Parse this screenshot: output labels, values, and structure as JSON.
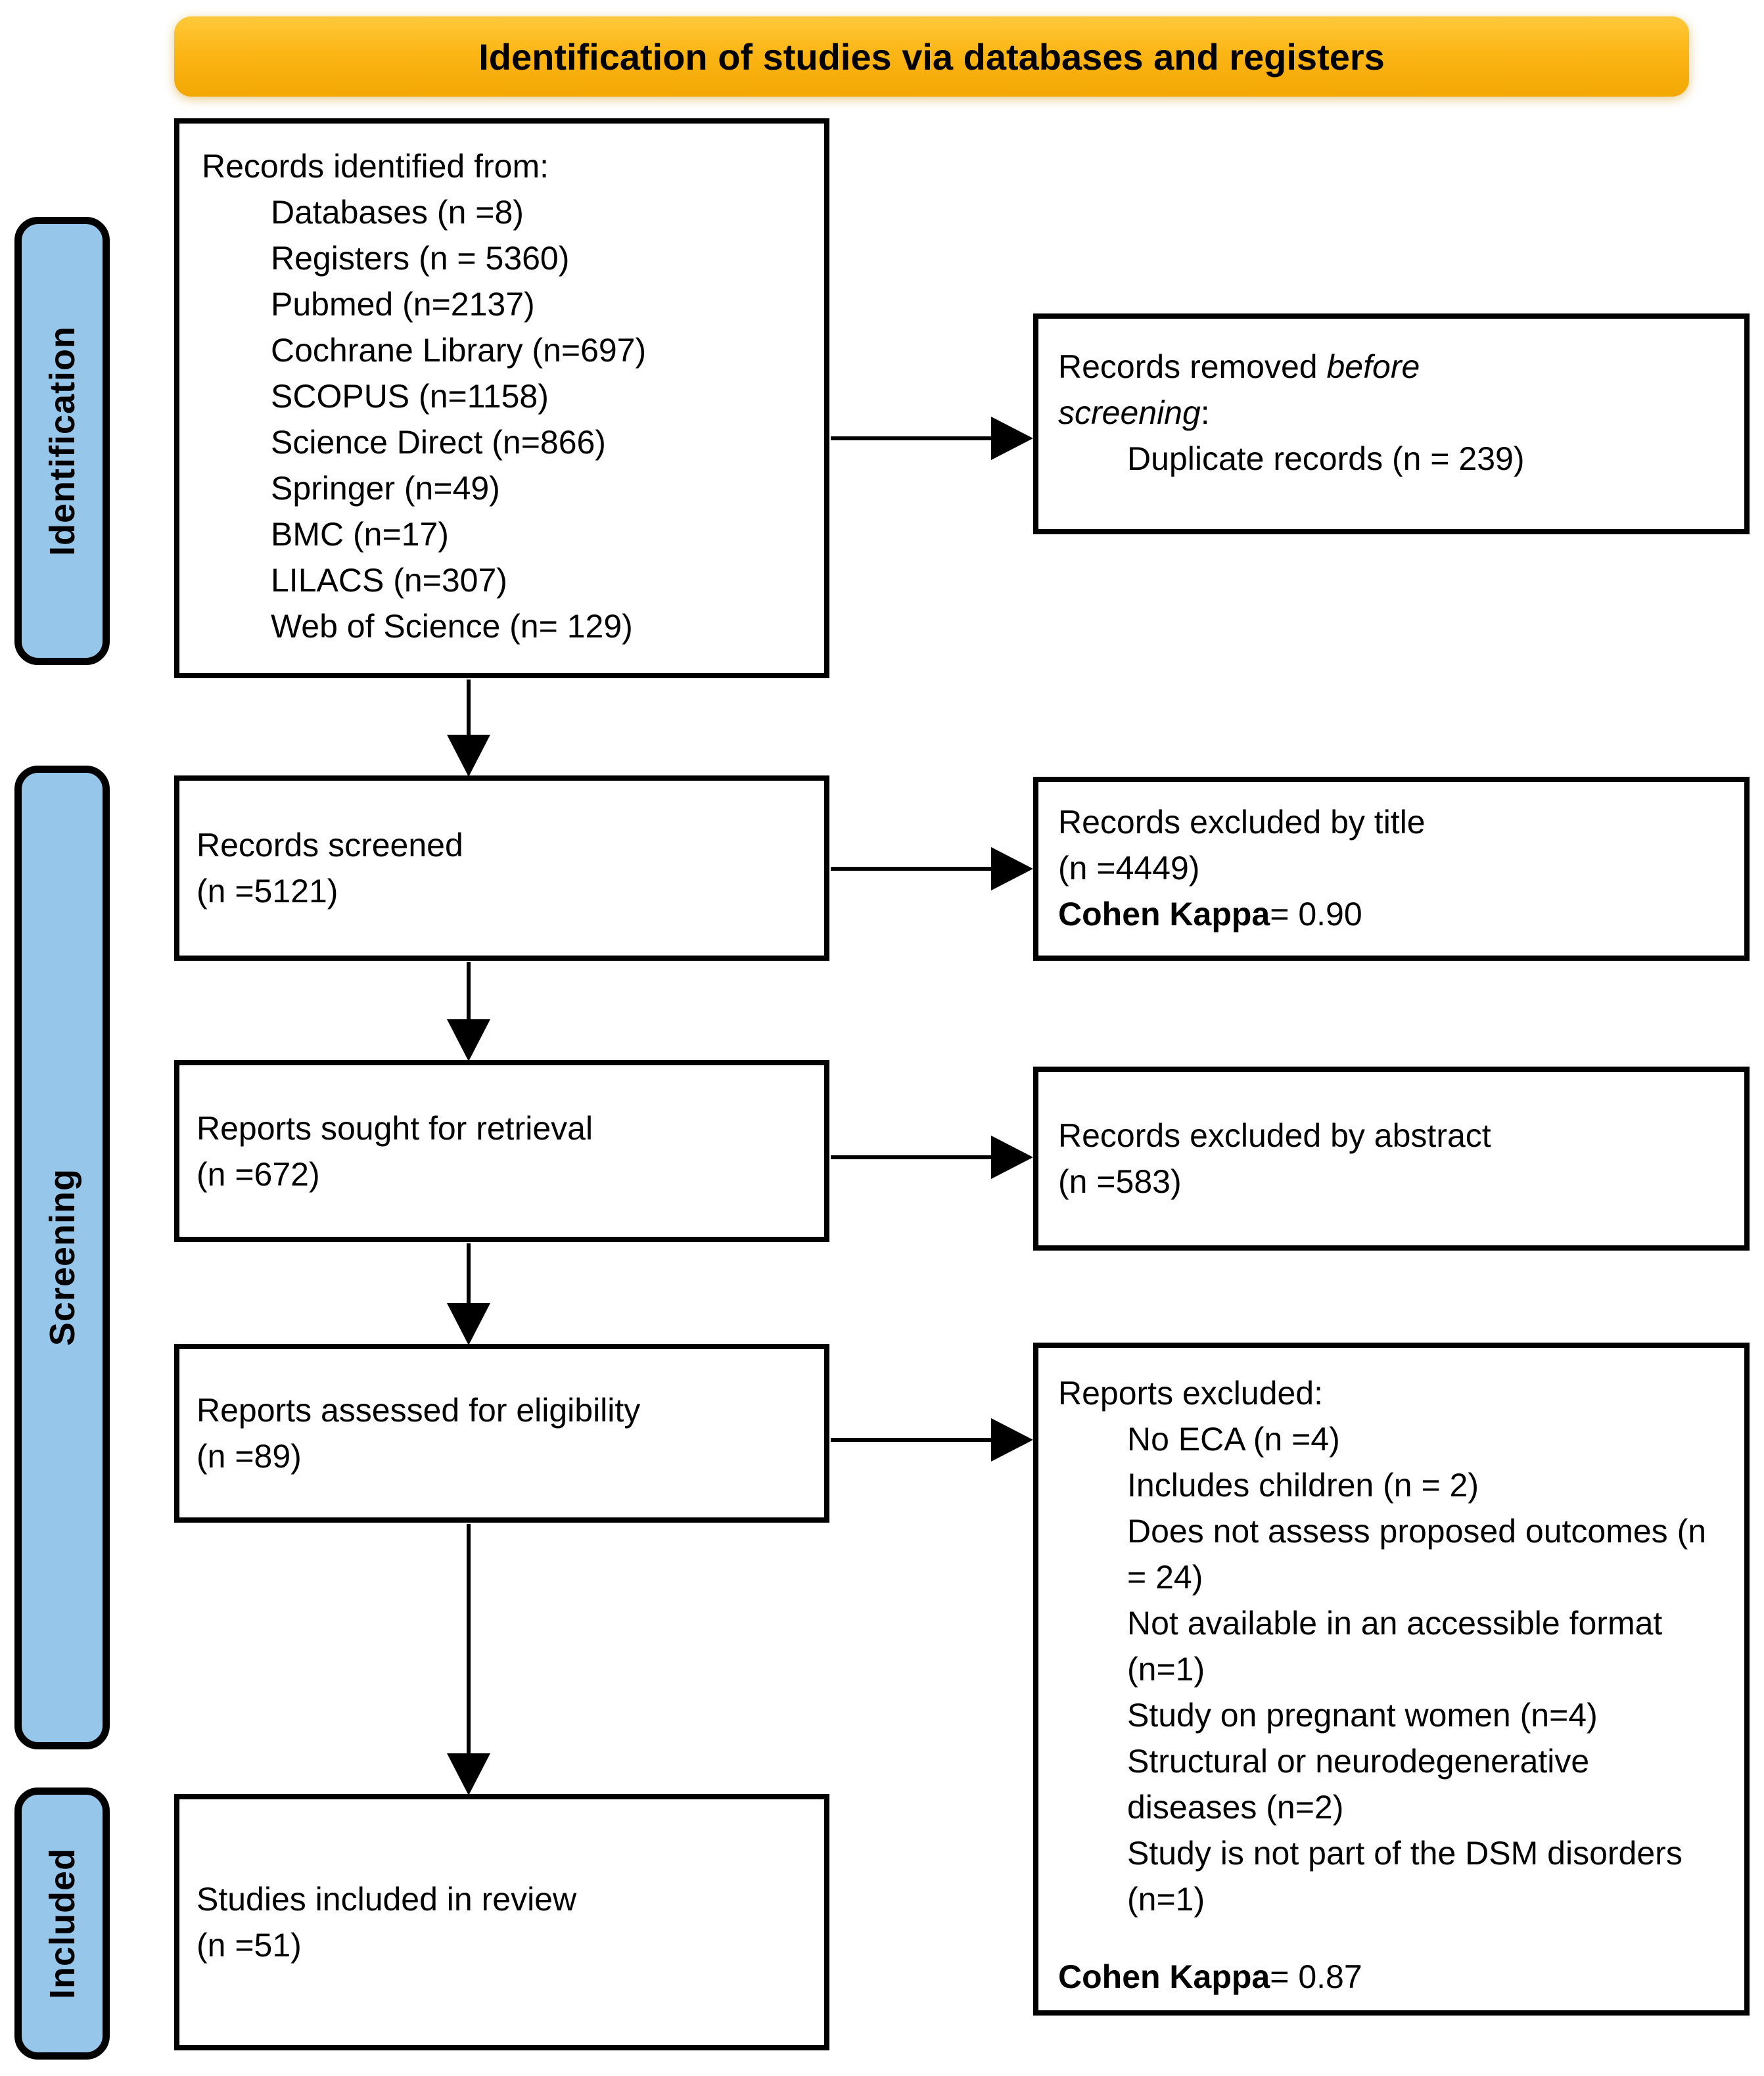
{
  "banner": {
    "label": "Identification of studies via databases and registers"
  },
  "colors": {
    "banner_orange": "#FBB615",
    "stage_blue": "#97C6EB",
    "line_black": "#000000"
  },
  "stages": [
    {
      "label": "Identification"
    },
    {
      "label": "Screening"
    },
    {
      "label": "Included"
    }
  ],
  "flow": {
    "identified": {
      "title": "Records identified from:",
      "items": [
        "Databases (n =8)",
        "Registers (n = 5360)",
        "Pubmed (n=2137)",
        "Cochrane Library (n=697)",
        "SCOPUS (n=1158)",
        "Science Direct (n=866)",
        "Springer (n=49)",
        "BMC (n=17)",
        "LILACS (n=307)",
        "Web of Science (n= 129)"
      ]
    },
    "screened": {
      "line1": "Records screened",
      "line2": "(n =5121)"
    },
    "sought": {
      "line1": "Reports sought for retrieval",
      "line2": "(n =672)"
    },
    "assessed": {
      "line1": "Reports assessed for eligibility",
      "line2": "(n =89)"
    },
    "included": {
      "line1": "Studies included in review",
      "line2": "(n =51)"
    }
  },
  "exclusions": {
    "removed_before_screening": {
      "part1": "Records removed ",
      "italic1": "before",
      "italic2": "screening",
      "part2": ":",
      "item0": "Duplicate records (n = 239)"
    },
    "excluded_by_title": {
      "line1": "Records excluded by title",
      "line2": "(n =4449)",
      "kappa_label": "Cohen Kappa",
      "kappa_value": "= 0.90"
    },
    "excluded_by_abstract": {
      "line1": "Records excluded by abstract",
      "line2": "(n =583)"
    },
    "reports_excluded": {
      "title": "Reports excluded:",
      "items": [
        "No ECA (n =4)",
        "Includes children (n = 2)",
        "Does not assess proposed outcomes (n = 24)",
        "Not available in an accessible format (n=1)",
        "Study on pregnant women (n=4)",
        "Structural or neurodegenerative diseases (n=2)",
        "Study is not part of the DSM disorders (n=1)"
      ],
      "kappa_label": "Cohen Kappa",
      "kappa_value": "= 0.87"
    }
  }
}
